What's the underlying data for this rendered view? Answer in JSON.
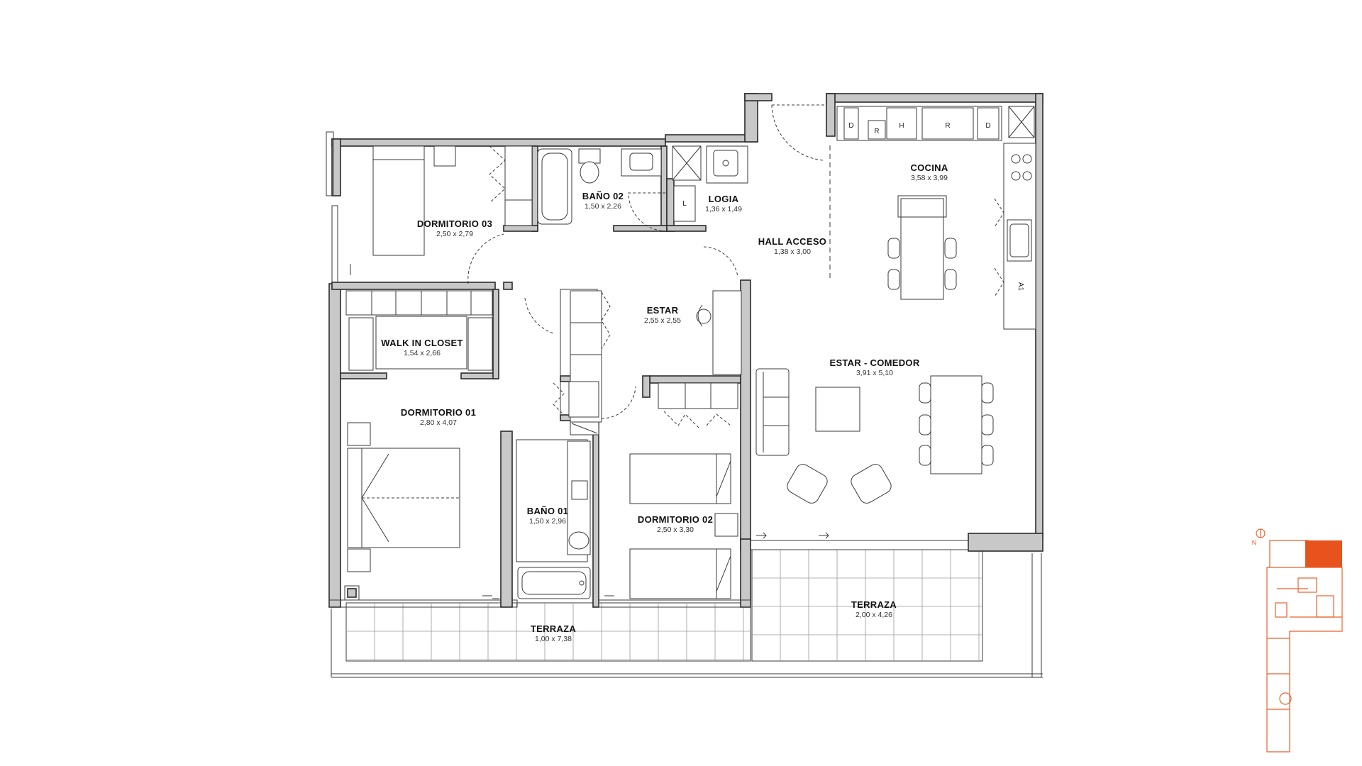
{
  "rooms": {
    "dormitorio_03": {
      "name": "DORMITORIO 03",
      "dims": "2,50 x 2,79"
    },
    "bano_02": {
      "name": "BAÑO 02",
      "dims": "1,50 x 2,26"
    },
    "logia": {
      "name": "LOGIA",
      "dims": "1,36 x 1,49"
    },
    "hall_acceso": {
      "name": "HALL ACCESO",
      "dims": "1,38 x 3,00"
    },
    "cocina": {
      "name": "COCINA",
      "dims": "3,58 x 3,99"
    },
    "estar": {
      "name": "ESTAR",
      "dims": "2,55 x 2,55"
    },
    "walk_in_closet": {
      "name": "WALK IN CLOSET",
      "dims": "1,54 x 2,66"
    },
    "estar_comedor": {
      "name": "ESTAR - COMEDOR",
      "dims": "3,91 x 5,10"
    },
    "dormitorio_01": {
      "name": "DORMITORIO 01",
      "dims": "2,80 x 4,07"
    },
    "bano_01": {
      "name": "BAÑO 01",
      "dims": "1,50 x 2,96"
    },
    "dormitorio_02": {
      "name": "DORMITORIO 02",
      "dims": "2,50 x 3,30"
    },
    "terraza_east": {
      "name": "TERRAZA",
      "dims": "2,00 x 4,26"
    },
    "terraza_south": {
      "name": "TERRAZA",
      "dims": "1,00 x 7,38"
    }
  },
  "appliances": {
    "d1": "D",
    "r1": "R",
    "h": "H",
    "r2": "R",
    "d2": "D",
    "l": "L",
    "a1": "A1"
  },
  "key_plan": {
    "north_label": "N",
    "accent_color": "#e8521c",
    "outline_color": "#e8622c"
  }
}
